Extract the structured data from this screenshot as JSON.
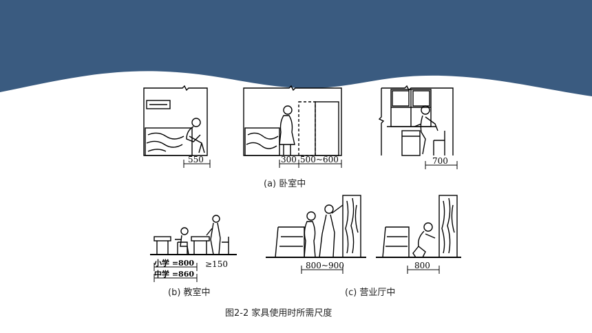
{
  "slide": {
    "banner_color": "#3a5b80",
    "figure_caption": "图2-2  家具使用时所需尺度"
  },
  "panels": {
    "a": {
      "caption": "(a) 卧室中",
      "dim_1": "550",
      "dim_2": "300",
      "dim_3": "500~600",
      "dim_4": "700"
    },
    "b": {
      "caption": "(b) 教室中",
      "label_primary": "小学 =800",
      "label_middle": "中学 =860",
      "label_gap": "≥150"
    },
    "c": {
      "caption": "(c) 营业厅中",
      "dim_1": "800~900",
      "dim_2": "800"
    }
  }
}
